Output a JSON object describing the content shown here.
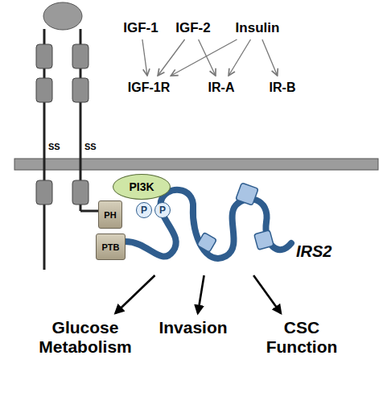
{
  "diagram": {
    "nodes": [
      {
        "text": [
          "IGF-1"
        ]
      },
      {
        "text": [
          "IGF-2"
        ]
      },
      {
        "text": [
          "Insulin"
        ]
      },
      {
        "text": [
          "IGF-1R"
        ]
      },
      {
        "text": [
          "IR-A"
        ]
      },
      {
        "text": [
          "IR-B"
        ]
      },
      {
        "text": [
          "PI3K"
        ]
      },
      {
        "text": [
          "P"
        ]
      },
      {
        "text": [
          "P"
        ]
      },
      {
        "text": [
          "PH"
        ]
      },
      {
        "text": [
          "PTB"
        ]
      },
      {
        "text": [
          "IRS2"
        ]
      },
      {
        "text": [
          "Glucose Metabolism"
        ]
      },
      {
        "text": [
          "Invasion"
        ]
      },
      {
        "text": [
          "CSC Function"
        ]
      }
    ],
    "edges": [
      {
        "from": 0,
        "to": 3,
        "arrow": "to"
      },
      {
        "from": 1,
        "to": 3,
        "arrow": "to"
      },
      {
        "from": 1,
        "to": 4,
        "arrow": "to"
      },
      {
        "from": 2,
        "to": 3,
        "arrow": "to"
      },
      {
        "from": 2,
        "to": 4,
        "arrow": "to"
      },
      {
        "from": 2,
        "to": 5,
        "arrow": "to"
      },
      {
        "from": 11,
        "to": 12,
        "arrow": "to"
      },
      {
        "from": 11,
        "to": 13,
        "arrow": "to"
      },
      {
        "from": 11,
        "to": 14,
        "arrow": "to"
      }
    ],
    "labels": [
      "SS",
      "SS"
    ]
  }
}
